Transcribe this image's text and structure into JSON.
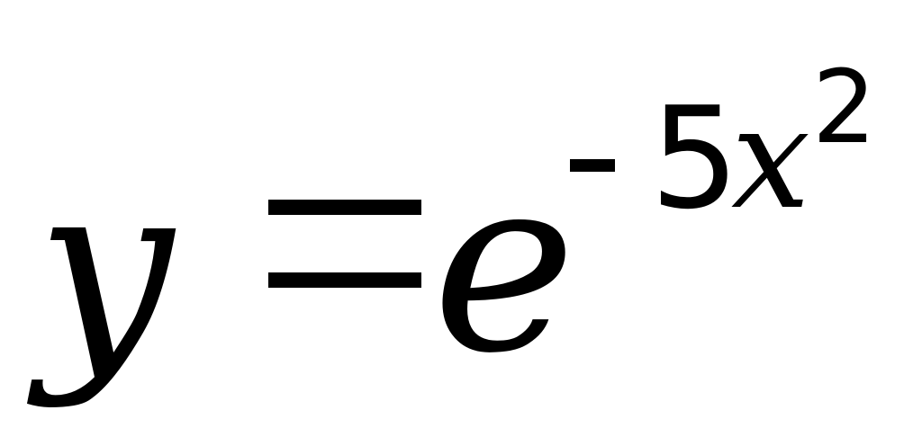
{
  "equation": {
    "lhs_variable": "y",
    "equals": "=",
    "base": "e",
    "exponent": {
      "sign": "-",
      "coefficient": "5",
      "variable": "x",
      "power": "2"
    }
  }
}
